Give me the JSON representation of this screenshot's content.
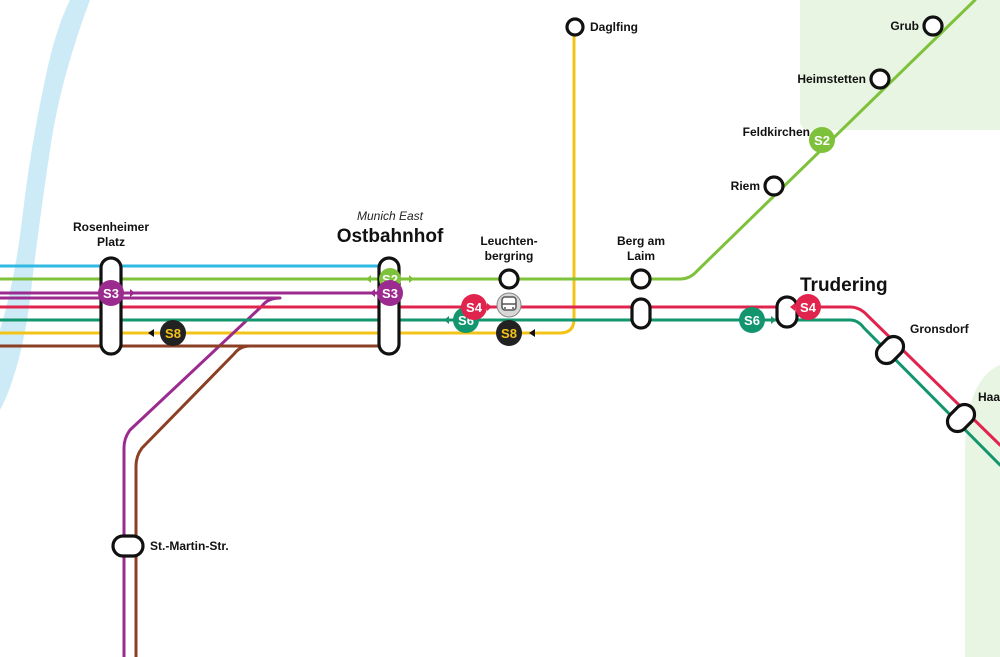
{
  "colors": {
    "s1": "#2fb9e3",
    "s2": "#7ec13b",
    "s3": "#9b2b8e",
    "s4": "#e0244e",
    "s6": "#13956e",
    "s7": "#8b3f24",
    "s8": "#f3c417",
    "zone": "#e8f5e3",
    "river": "#cdeaf7"
  },
  "stations": {
    "daglfing": "Daglfing",
    "grub": "Grub",
    "heimstetten": "Heimstetten",
    "feldkirchen": "Feldkirchen",
    "riem": "Riem",
    "rosenheimer_1": "Rosenheimer",
    "rosenheimer_2": "Platz",
    "ostbahnhof_sub": "Munich East",
    "ostbahnhof": "Ostbahnhof",
    "leuchten_1": "Leuchten-",
    "leuchten_2": "bergring",
    "berg_1": "Berg am",
    "berg_2": "Laim",
    "trudering": "Trudering",
    "gronsdorf": "Gronsdorf",
    "haar": "Haar",
    "stmartin": "St.-Martin-Str."
  },
  "badges": {
    "s2": "S2",
    "s3": "S3",
    "s4": "S4",
    "s6": "S6",
    "s8": "S8"
  },
  "icons": {
    "train": "train-icon",
    "direction": "direction-arrow-icon"
  }
}
